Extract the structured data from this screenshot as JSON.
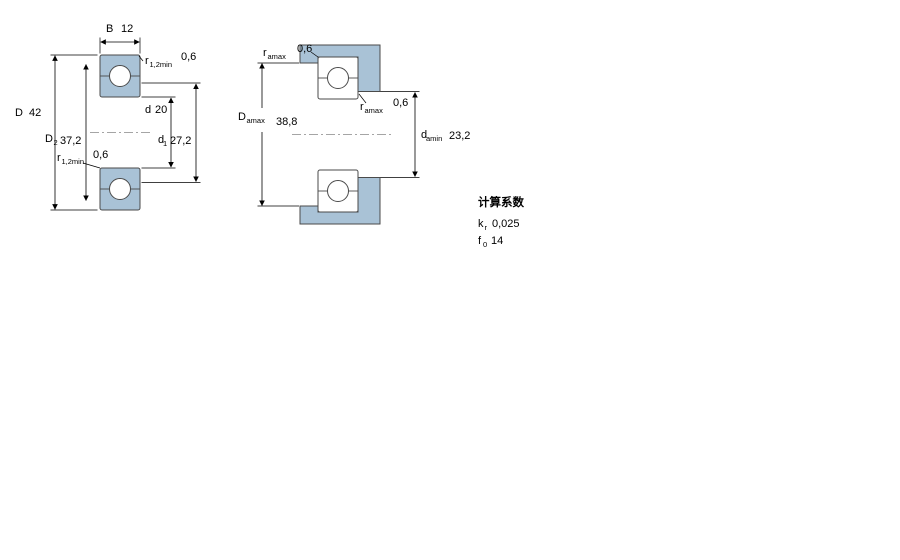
{
  "colors": {
    "part_fill": "#a9c2d6",
    "outline": "#4a4a4a",
    "dimension": "#000000"
  },
  "left_view": {
    "B": {
      "sym": "B",
      "val": "12"
    },
    "r_top": {
      "sym": "r",
      "sub": "1,2min",
      "val": "0,6"
    },
    "D": {
      "sym": "D",
      "val": "42"
    },
    "D2": {
      "sym": "D",
      "sub": "2",
      "val": "37,2"
    },
    "r_bottom": {
      "sym": "r",
      "sub": "1,2min",
      "val": "0,6"
    },
    "d": {
      "sym": "d",
      "val": "20"
    },
    "d1": {
      "sym": "d",
      "sub": "1",
      "val": "27,2"
    }
  },
  "right_view": {
    "ra_top": {
      "sym": "r",
      "sub": "amax",
      "val": "0,6"
    },
    "Da": {
      "sym": "D",
      "sub": "amax",
      "val": "38,8"
    },
    "ra_mid": {
      "sym": "r",
      "sub": "amax",
      "val": "0,6"
    },
    "da": {
      "sym": "d",
      "sub": "amin",
      "val": "23,2"
    }
  },
  "calculation_factors": {
    "heading": "计算系数",
    "kr": {
      "sym": "k",
      "sub": "r",
      "val": "0,025"
    },
    "f0": {
      "sym": "f",
      "sub": "0",
      "val": "14"
    }
  }
}
